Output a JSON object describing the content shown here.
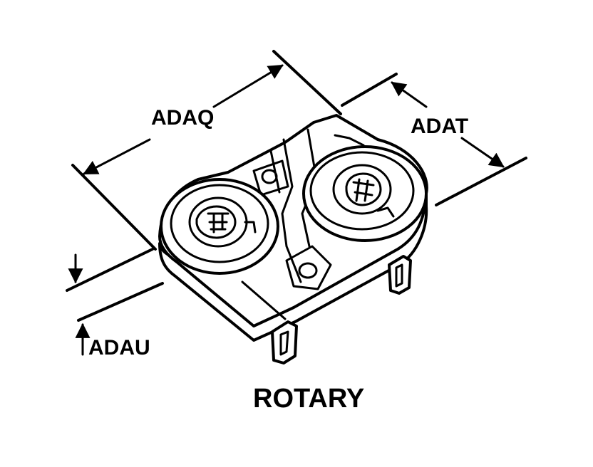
{
  "dimensions": {
    "length_label": "ADAQ",
    "width_label": "ADAT",
    "height_label": "ADAU"
  },
  "caption": "ROTARY",
  "colors": {
    "ink": "#000000",
    "background": "#ffffff"
  }
}
